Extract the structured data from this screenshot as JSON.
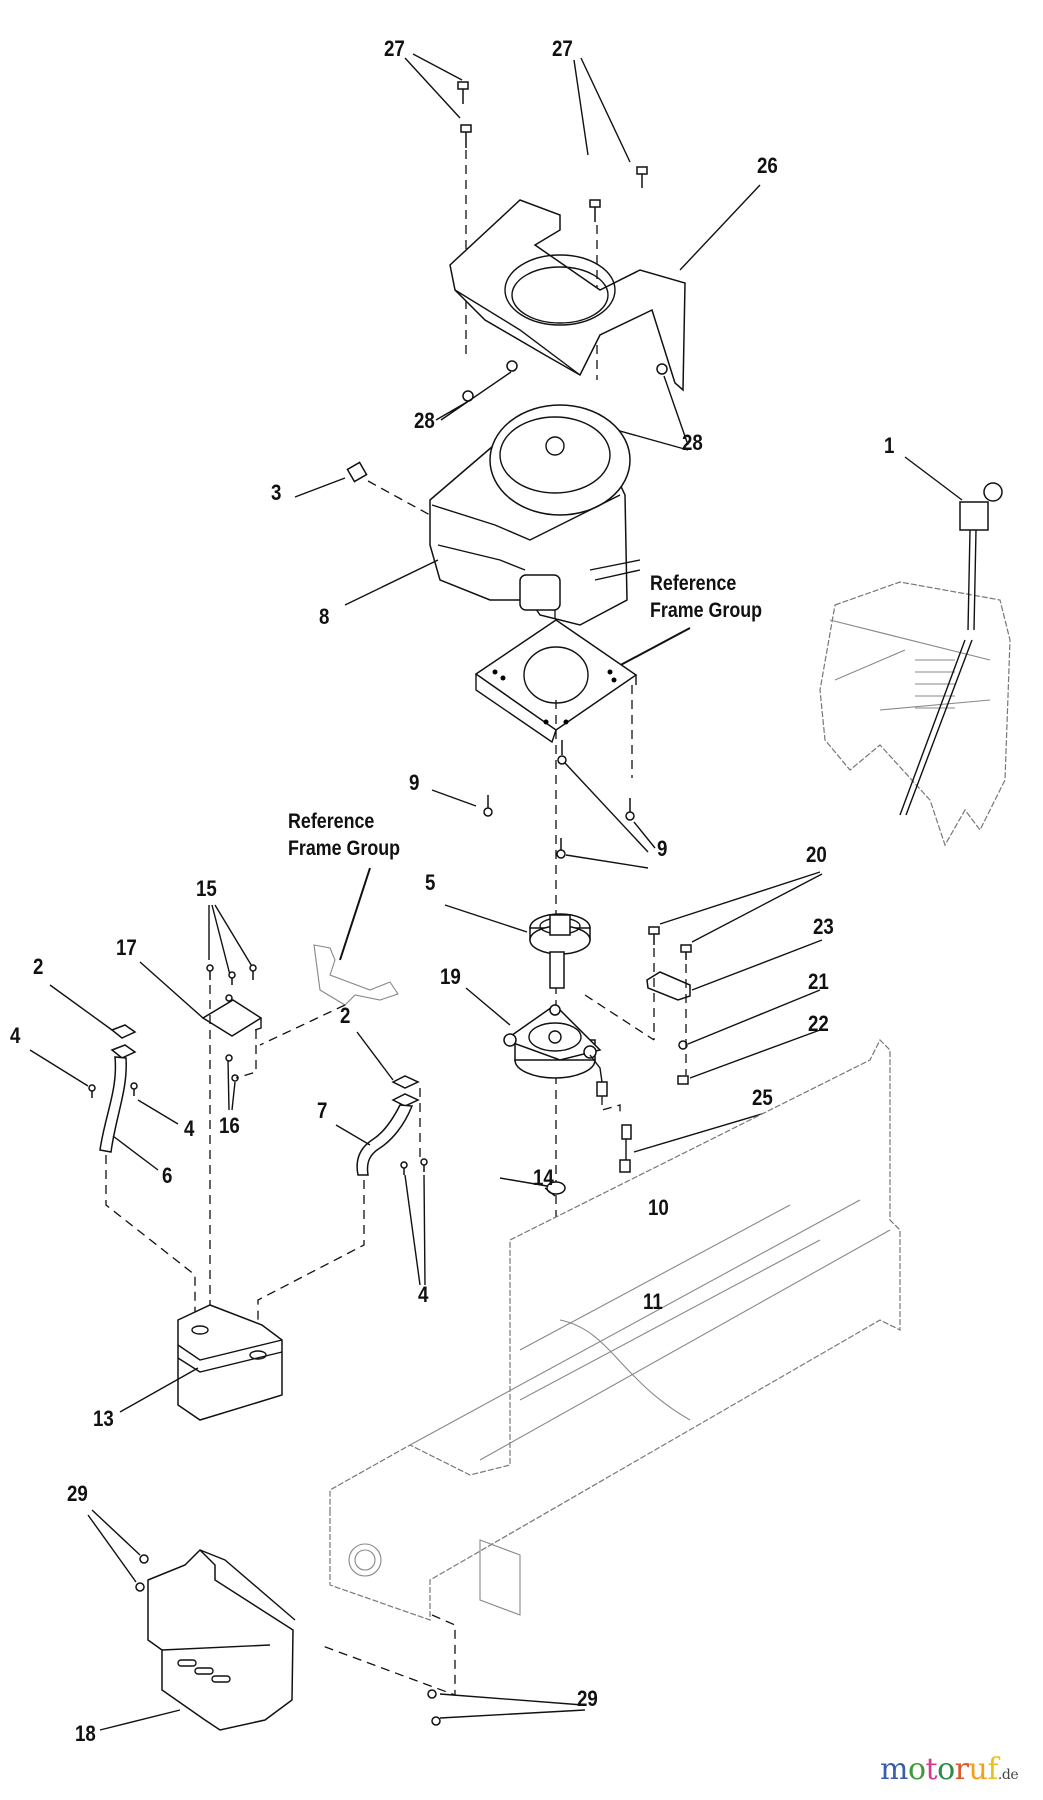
{
  "diagram": {
    "title": "Engine, Clutch & Muffler Exploded Parts Diagram",
    "callouts": [
      {
        "id": "c27a",
        "text": "27"
      },
      {
        "id": "c27b",
        "text": "27"
      },
      {
        "id": "c26",
        "text": "26"
      },
      {
        "id": "c28a",
        "text": "28"
      },
      {
        "id": "c28b",
        "text": "28"
      },
      {
        "id": "c3",
        "text": "3"
      },
      {
        "id": "c1",
        "text": "1"
      },
      {
        "id": "c8",
        "text": "8"
      },
      {
        "id": "c9a",
        "text": "9"
      },
      {
        "id": "c9b",
        "text": "9"
      },
      {
        "id": "c5",
        "text": "5"
      },
      {
        "id": "c20",
        "text": "20"
      },
      {
        "id": "c23",
        "text": "23"
      },
      {
        "id": "c19",
        "text": "19"
      },
      {
        "id": "c21",
        "text": "21"
      },
      {
        "id": "c22",
        "text": "22"
      },
      {
        "id": "c25",
        "text": "25"
      },
      {
        "id": "c15",
        "text": "15"
      },
      {
        "id": "c17",
        "text": "17"
      },
      {
        "id": "c2a",
        "text": "2"
      },
      {
        "id": "c4a",
        "text": "4"
      },
      {
        "id": "c4b",
        "text": "4"
      },
      {
        "id": "c16",
        "text": "16"
      },
      {
        "id": "c6",
        "text": "6"
      },
      {
        "id": "c2b",
        "text": "2"
      },
      {
        "id": "c7",
        "text": "7"
      },
      {
        "id": "c14",
        "text": "14"
      },
      {
        "id": "c4c",
        "text": "4"
      },
      {
        "id": "c10",
        "text": "10"
      },
      {
        "id": "c11",
        "text": "11"
      },
      {
        "id": "c13",
        "text": "13"
      },
      {
        "id": "c29a",
        "text": "29"
      },
      {
        "id": "c18",
        "text": "18"
      },
      {
        "id": "c29b",
        "text": "29"
      }
    ],
    "references": [
      {
        "line1": "Reference",
        "line2": "Frame Group"
      },
      {
        "line1": "Reference",
        "line2": "Frame Group"
      }
    ]
  },
  "watermark": {
    "letters": [
      {
        "ch": "m",
        "color": "#3a5fa8"
      },
      {
        "ch": "o",
        "color": "#3f9a3a"
      },
      {
        "ch": "t",
        "color": "#d63a8a"
      },
      {
        "ch": "o",
        "color": "#2f8a4a"
      },
      {
        "ch": "r",
        "color": "#e0572a"
      },
      {
        "ch": "u",
        "color": "#f0a020"
      },
      {
        "ch": "f",
        "color": "#e8c020"
      }
    ],
    "suffix": ".de"
  }
}
